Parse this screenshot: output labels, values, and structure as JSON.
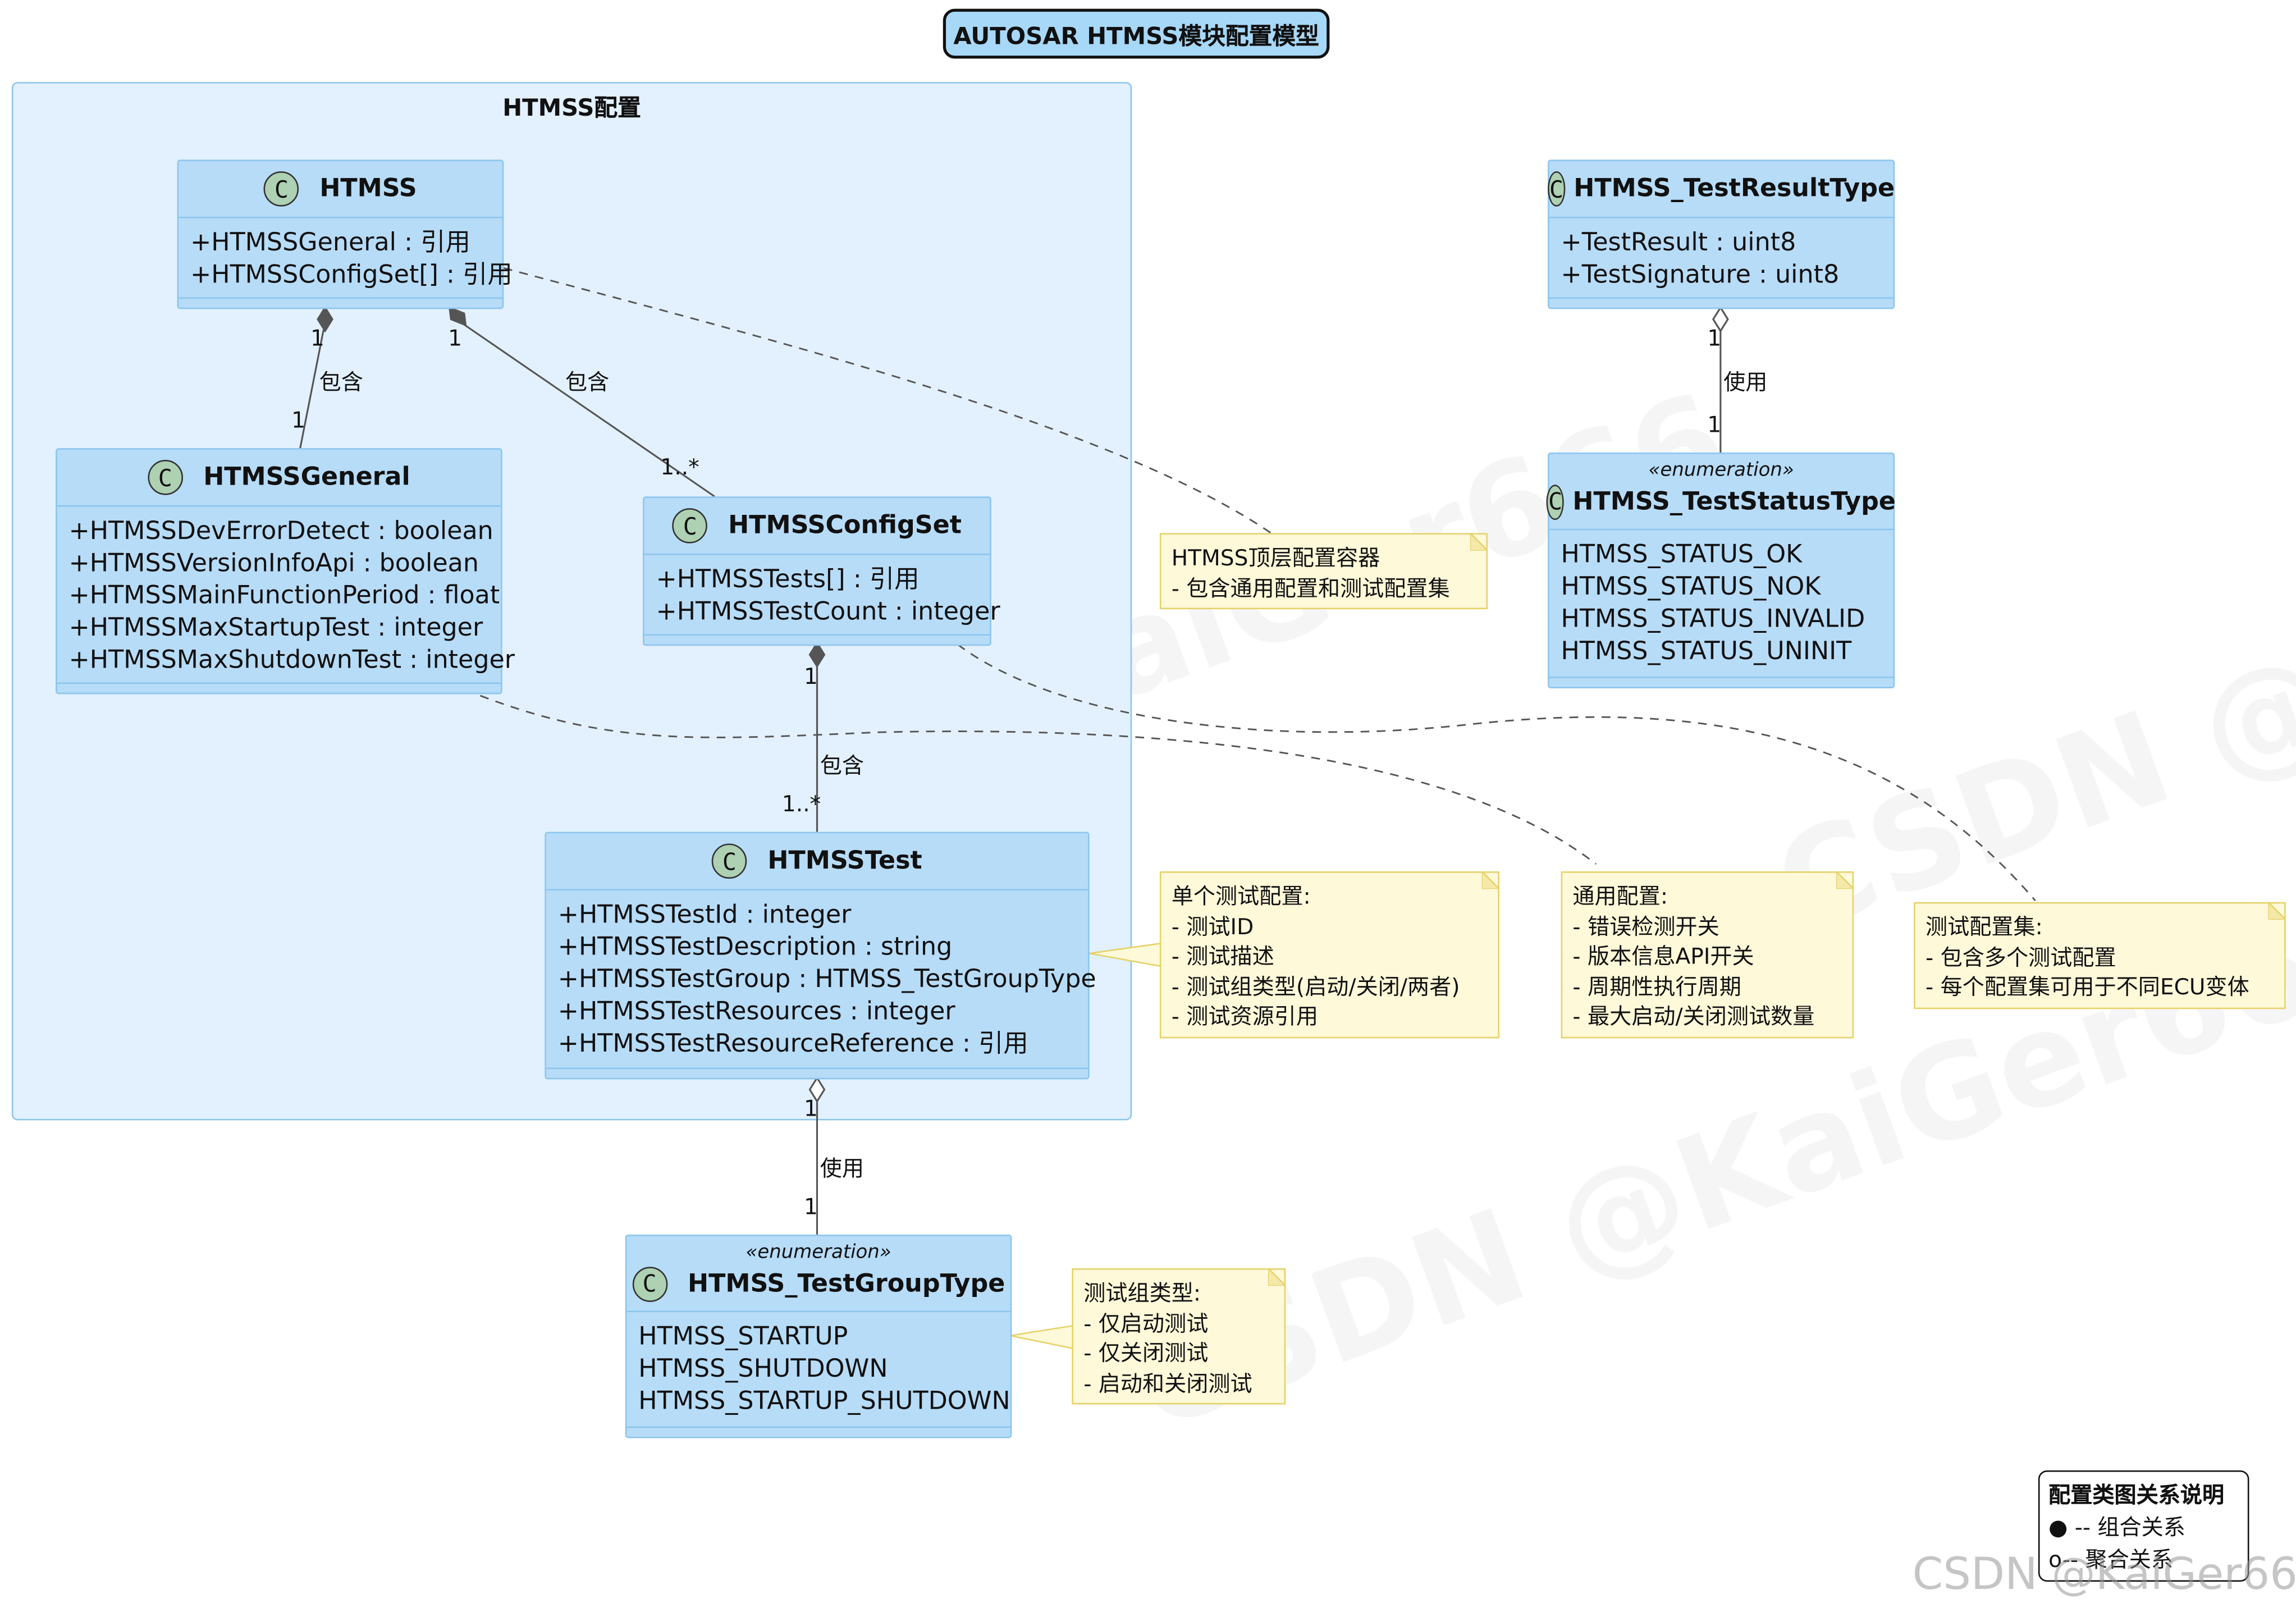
{
  "diagram": {
    "title": "AUTOSAR HTMSS模块配置模型",
    "package_title": "HTMSS配置",
    "classes": {
      "htmss": {
        "icon": "C",
        "name": "HTMSS",
        "attributes": [
          "+HTMSSGeneral : 引用",
          "+HTMSSConfigSet[] : 引用"
        ]
      },
      "general": {
        "icon": "C",
        "name": "HTMSSGeneral",
        "attributes": [
          "+HTMSSDevErrorDetect : boolean",
          "+HTMSSVersionInfoApi : boolean",
          "+HTMSSMainFunctionPeriod : float",
          "+HTMSSMaxStartupTest : integer",
          "+HTMSSMaxShutdownTest : integer"
        ]
      },
      "configset": {
        "icon": "C",
        "name": "HTMSSConfigSet",
        "attributes": [
          "+HTMSSTests[] : 引用",
          "+HTMSSTestCount : integer"
        ]
      },
      "test": {
        "icon": "C",
        "name": "HTMSSTest",
        "attributes": [
          "+HTMSSTestId : integer",
          "+HTMSSTestDescription : string",
          "+HTMSSTestGroup : HTMSS_TestGroupType",
          "+HTMSSTestResources : integer",
          "+HTMSSTestResourceReference : 引用"
        ]
      },
      "group_type": {
        "icon": "C",
        "stereotype": "«enumeration»",
        "name": "HTMSS_TestGroupType",
        "attributes": [
          "HTMSS_STARTUP",
          "HTMSS_SHUTDOWN",
          "HTMSS_STARTUP_SHUTDOWN"
        ]
      },
      "result_type": {
        "icon": "C",
        "name": "HTMSS_TestResultType",
        "attributes": [
          "+TestResult : uint8",
          "+TestSignature : uint8"
        ]
      },
      "status_type": {
        "icon": "C",
        "stereotype": "«enumeration»",
        "name": "HTMSS_TestStatusType",
        "attributes": [
          "HTMSS_STATUS_OK",
          "HTMSS_STATUS_NOK",
          "HTMSS_STATUS_INVALID",
          "HTMSS_STATUS_UNINIT"
        ]
      }
    },
    "relations": {
      "htmss_general": {
        "label": "包含",
        "from_mult": "1",
        "to_mult": "1"
      },
      "htmss_configset": {
        "label": "包含",
        "from_mult": "1",
        "to_mult": "1..*"
      },
      "configset_test": {
        "label": "包含",
        "from_mult": "1",
        "to_mult": "1..*"
      },
      "test_grouptype": {
        "label": "使用",
        "from_mult": "1",
        "to_mult": "1"
      },
      "result_status": {
        "label": "使用",
        "from_mult": "1",
        "to_mult": "1"
      }
    },
    "notes": {
      "htmss": [
        "HTMSS顶层配置容器",
        "- 包含通用配置和测试配置集"
      ],
      "test": [
        "单个测试配置:",
        "- 测试ID",
        "- 测试描述",
        "- 测试组类型(启动/关闭/两者)",
        "- 测试资源引用"
      ],
      "general": [
        "通用配置:",
        "- 错误检测开关",
        "- 版本信息API开关",
        "- 周期性执行周期",
        "- 最大启动/关闭测试数量"
      ],
      "configset": [
        "测试配置集:",
        "- 包含多个测试配置",
        "- 每个配置集可用于不同ECU变体"
      ],
      "group_type": [
        "测试组类型:",
        "- 仅启动测试",
        "- 仅关闭测试",
        "- 启动和关闭测试"
      ]
    },
    "legend": {
      "title": "配置类图关系说明",
      "items": [
        "● -- 组合关系",
        "o-- 聚合关系"
      ]
    }
  },
  "watermark": "CSDN @KaiGer666",
  "colors": {
    "class_fill": "#b7dcf8",
    "class_border": "#8cc6ee",
    "package_fill": "#e2f1fd",
    "note_fill": "#fef9d9",
    "title_fill": "#a8d8f8",
    "icon_fill": "#add1b2"
  }
}
